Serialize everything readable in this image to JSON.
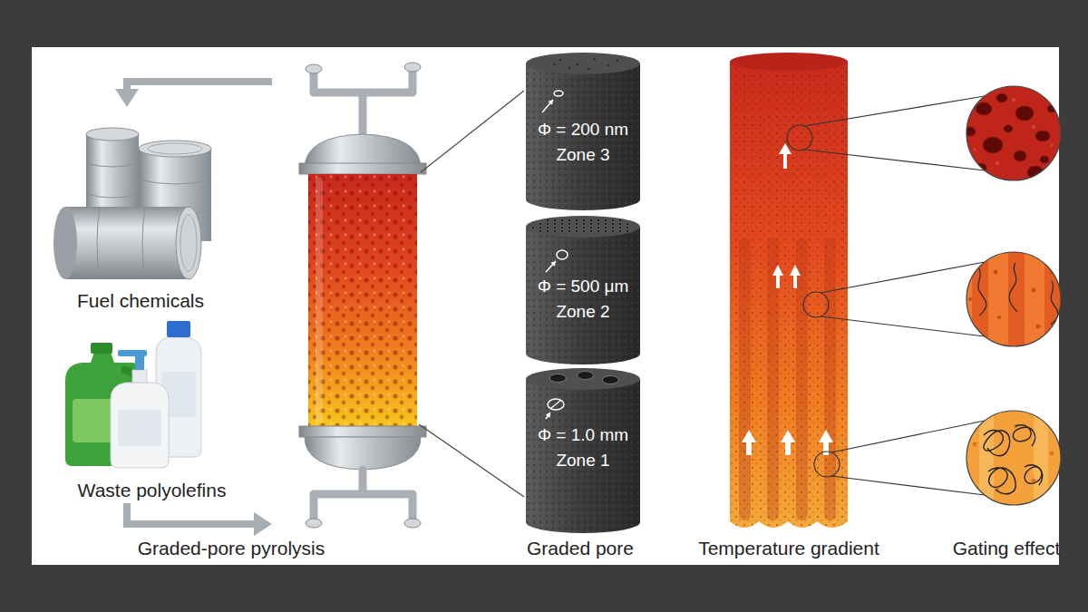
{
  "diagram": {
    "nodes": [
      {
        "text": [
          "Fuel chemicals"
        ]
      },
      {
        "text": [
          "Waste polyolefins"
        ]
      },
      {
        "text": [
          "Graded-pore pyrolysis"
        ]
      },
      {
        "text": [
          "Φ = 200 nm",
          "Zone 3"
        ]
      },
      {
        "text": [
          "Φ = 500 μm",
          "Zone 2"
        ]
      },
      {
        "text": [
          "Φ = 1.0 mm",
          "Zone 1"
        ]
      }
    ],
    "edges": [
      {
        "from": 2,
        "to": 0,
        "arrow": "to"
      },
      {
        "from": 1,
        "to": 2,
        "arrow": "to"
      }
    ],
    "labels": [
      "Graded pore",
      "Temperature gradient",
      "Gating effect"
    ]
  }
}
